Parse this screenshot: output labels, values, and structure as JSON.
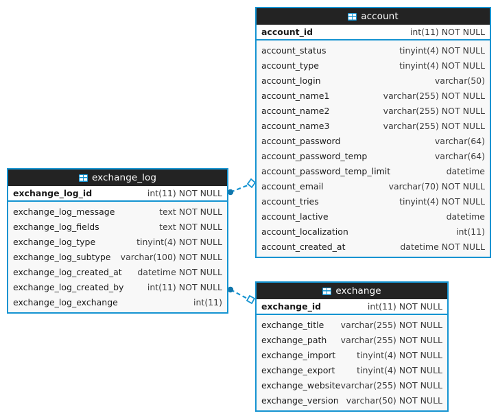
{
  "diagram": {
    "type": "er-diagram",
    "background_color": "#ffffff",
    "accent_color": "#1493d1",
    "header_color": "#232323",
    "row_bg_color": "#f8f8f8",
    "pk_row_bg_color": "#ffffff"
  },
  "entities": [
    {
      "name": "account",
      "icon": "table-icon",
      "primary_key": {
        "name": "account_id",
        "type": "int(11) NOT NULL"
      },
      "columns": [
        {
          "name": "account_status",
          "type": "tinyint(4) NOT NULL"
        },
        {
          "name": "account_type",
          "type": "tinyint(4) NOT NULL"
        },
        {
          "name": "account_login",
          "type": "varchar(50)"
        },
        {
          "name": "account_name1",
          "type": "varchar(255) NOT NULL"
        },
        {
          "name": "account_name2",
          "type": "varchar(255) NOT NULL"
        },
        {
          "name": "account_name3",
          "type": "varchar(255) NOT NULL"
        },
        {
          "name": "account_password",
          "type": "varchar(64)"
        },
        {
          "name": "account_password_temp",
          "type": "varchar(64)"
        },
        {
          "name": "account_password_temp_limit",
          "type": "datetime"
        },
        {
          "name": "account_email",
          "type": "varchar(70) NOT NULL"
        },
        {
          "name": "account_tries",
          "type": "tinyint(4) NOT NULL"
        },
        {
          "name": "account_lactive",
          "type": "datetime"
        },
        {
          "name": "account_localization",
          "type": "int(11)"
        },
        {
          "name": "account_created_at",
          "type": "datetime NOT NULL"
        }
      ]
    },
    {
      "name": "exchange_log",
      "icon": "table-icon",
      "primary_key": {
        "name": "exchange_log_id",
        "type": "int(11) NOT NULL"
      },
      "columns": [
        {
          "name": "exchange_log_message",
          "type": "text NOT NULL"
        },
        {
          "name": "exchange_log_fields",
          "type": "text NOT NULL"
        },
        {
          "name": "exchange_log_type",
          "type": "tinyint(4) NOT NULL"
        },
        {
          "name": "exchange_log_subtype",
          "type": "varchar(100) NOT NULL"
        },
        {
          "name": "exchange_log_created_at",
          "type": "datetime NOT NULL"
        },
        {
          "name": "exchange_log_created_by",
          "type": "int(11) NOT NULL"
        },
        {
          "name": "exchange_log_exchange",
          "type": "int(11)"
        }
      ]
    },
    {
      "name": "exchange",
      "icon": "table-icon",
      "primary_key": {
        "name": "exchange_id",
        "type": "int(11) NOT NULL"
      },
      "columns": [
        {
          "name": "exchange_title",
          "type": "varchar(255) NOT NULL"
        },
        {
          "name": "exchange_path",
          "type": "varchar(255) NOT NULL"
        },
        {
          "name": "exchange_import",
          "type": "tinyint(4) NOT NULL"
        },
        {
          "name": "exchange_export",
          "type": "tinyint(4) NOT NULL"
        },
        {
          "name": "exchange_website",
          "type": "varchar(255) NOT NULL"
        },
        {
          "name": "exchange_version",
          "type": "varchar(50) NOT NULL"
        }
      ]
    }
  ],
  "relationships": [
    {
      "from_entity": "exchange_log",
      "from_column": "exchange_log_id",
      "to_entity": "account",
      "to_column": "account_password_temp_limit",
      "style": "dashed"
    },
    {
      "from_entity": "exchange_log",
      "from_column": "exchange_log_created_by",
      "to_entity": "exchange",
      "to_column": "exchange_id",
      "style": "dashed"
    }
  ]
}
